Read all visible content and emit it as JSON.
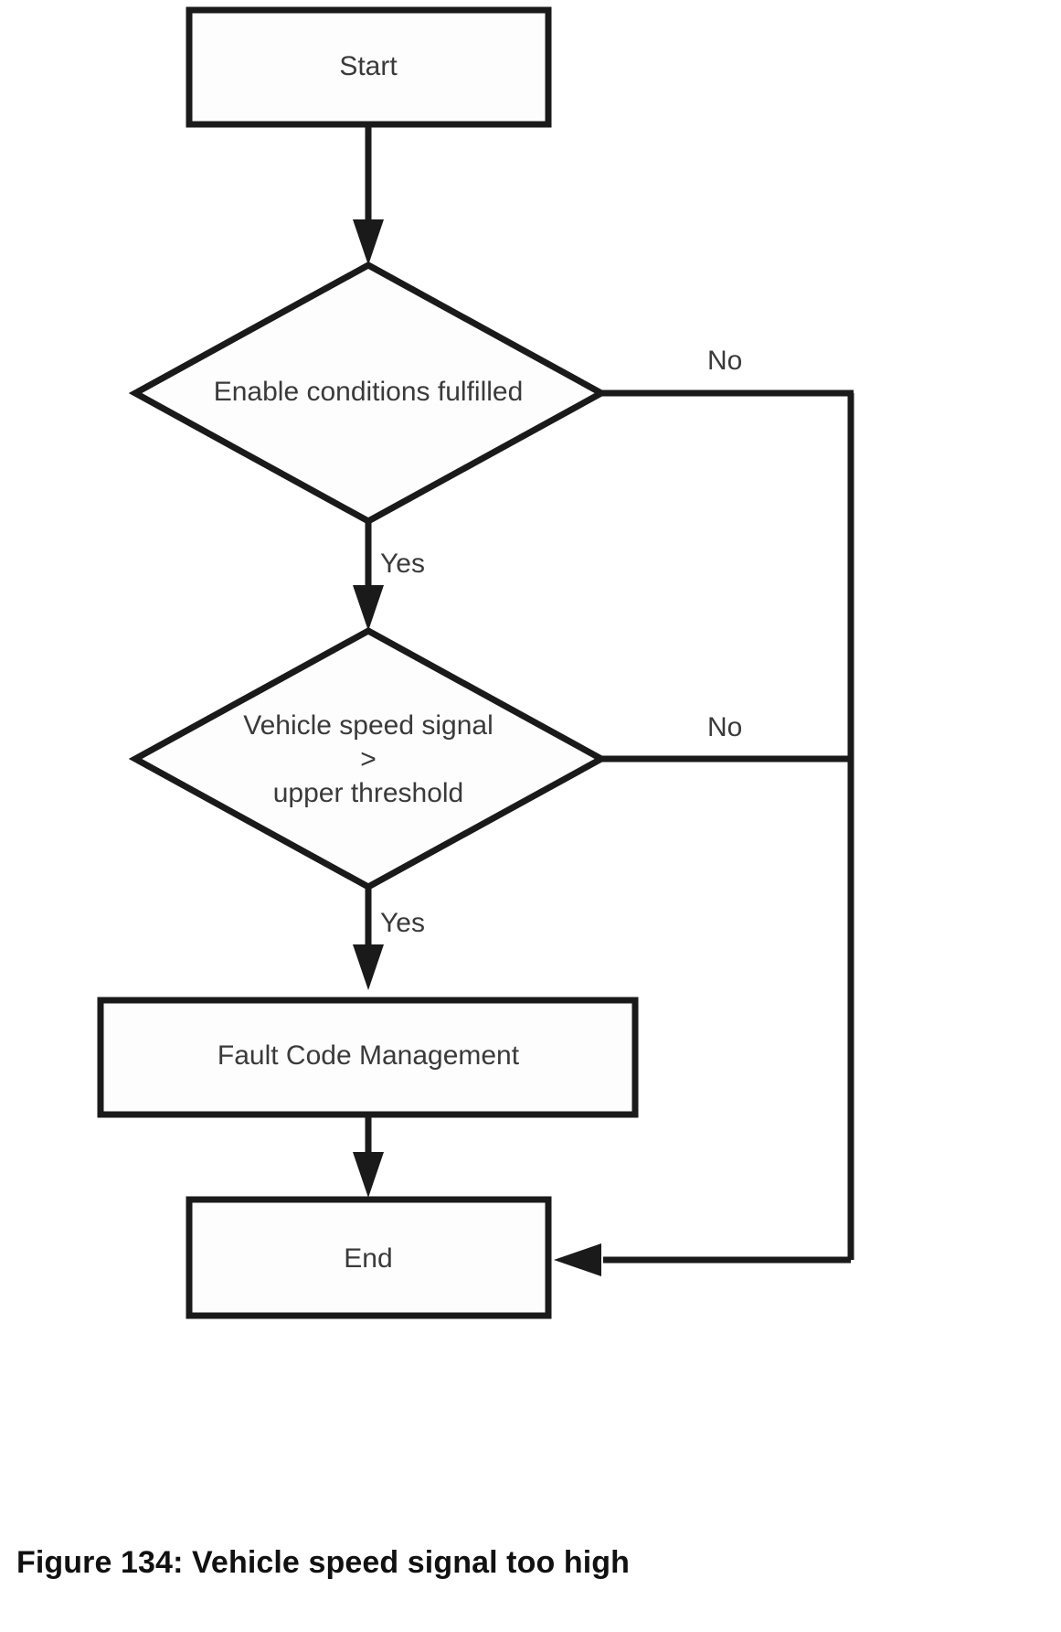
{
  "figure": {
    "caption": "Figure 134: Vehicle speed signal too high",
    "number": "134",
    "title": "Vehicle speed signal too high"
  },
  "colors": {
    "stroke": "#1a1a1a",
    "text": "#3a3a3a",
    "caption": "#111111",
    "background": "#ffffff",
    "shape_fill": "#fdfdfd"
  },
  "chart_data": {
    "type": "diagram",
    "diagram_kind": "flowchart",
    "title": "Vehicle speed signal too high",
    "nodes": [
      {
        "id": "start",
        "shape": "process",
        "label": "Start"
      },
      {
        "id": "enable",
        "shape": "decision",
        "label": "Enable conditions fulfilled"
      },
      {
        "id": "speed",
        "shape": "decision",
        "label_lines": [
          "Vehicle speed signal",
          ">",
          "upper threshold"
        ]
      },
      {
        "id": "fcm",
        "shape": "process",
        "label": "Fault Code Management"
      },
      {
        "id": "end",
        "shape": "process",
        "label": "End"
      }
    ],
    "edges": [
      {
        "from": "start",
        "to": "enable",
        "label": ""
      },
      {
        "from": "enable",
        "to": "speed",
        "label": "Yes"
      },
      {
        "from": "enable",
        "to": "end",
        "label": "No"
      },
      {
        "from": "speed",
        "to": "fcm",
        "label": "Yes"
      },
      {
        "from": "speed",
        "to": "end",
        "label": "No"
      },
      {
        "from": "fcm",
        "to": "end",
        "label": ""
      }
    ]
  },
  "nodes": {
    "start": {
      "label": "Start"
    },
    "enable_conditions": {
      "label": "Enable conditions fulfilled"
    },
    "speed_check": {
      "line1": "Vehicle speed signal",
      "line2": ">",
      "line3": "upper threshold"
    },
    "fault_code_management": {
      "label": "Fault Code Management"
    },
    "end": {
      "label": "End"
    }
  },
  "edge_labels": {
    "enable_no": "No",
    "enable_yes": "Yes",
    "speed_no": "No",
    "speed_yes": "Yes"
  }
}
